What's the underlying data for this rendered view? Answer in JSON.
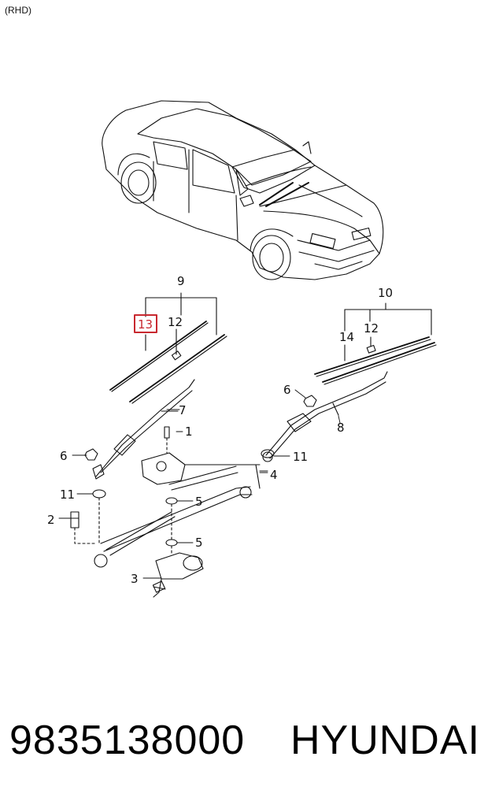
{
  "header": {
    "note": "(RHD)"
  },
  "callouts": {
    "c1": "1",
    "c2": "2",
    "c3": "3",
    "c4": "4",
    "c5a": "5",
    "c5b": "5",
    "c6a": "6",
    "c6b": "6",
    "c7": "7",
    "c8": "8",
    "c9": "9",
    "c10": "10",
    "c11a": "11",
    "c11b": "11",
    "c12a": "12",
    "c12b": "12",
    "c13": "13",
    "c14": "14"
  },
  "footer": {
    "part_number": "9835138000",
    "brand": "HYUNDAI"
  },
  "colors": {
    "highlight": "#c8282f",
    "line": "#111111"
  }
}
